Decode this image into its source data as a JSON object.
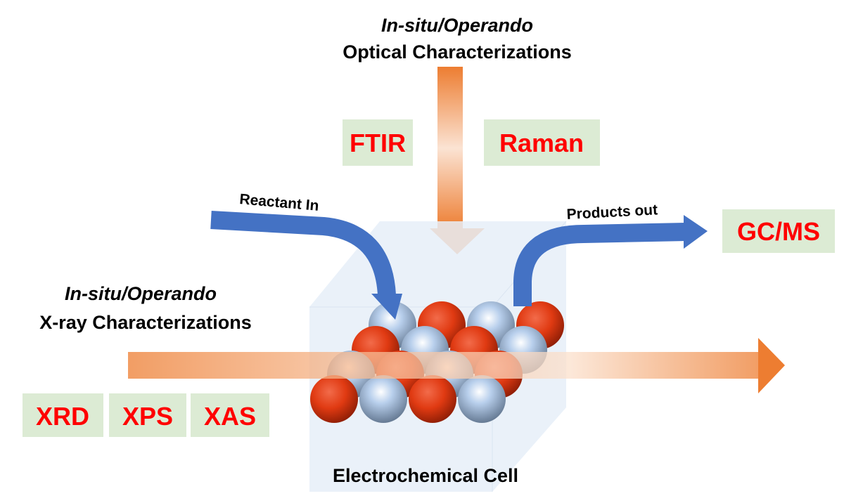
{
  "optical": {
    "line1": "In-situ/Operando",
    "line2": "Optical Characterizations"
  },
  "xray": {
    "line1": "In-situ/Operando",
    "line2": "X-ray Characterizations"
  },
  "flows": {
    "reactant": "Reactant In",
    "products": "Products out"
  },
  "cell_label": "Electrochemical Cell",
  "techniques": {
    "ftir": "FTIR",
    "raman": "Raman",
    "gcms": "GC/MS",
    "xrd": "XRD",
    "xps": "XPS",
    "xas": "XAS"
  },
  "colors": {
    "accent_text": "#ff0000",
    "box": "#dcebd4",
    "flow_arrow": "#4472c4",
    "beam": "#ed7d31",
    "red_atom": "#e03a12",
    "blue_atom": "#a9c2e0"
  }
}
